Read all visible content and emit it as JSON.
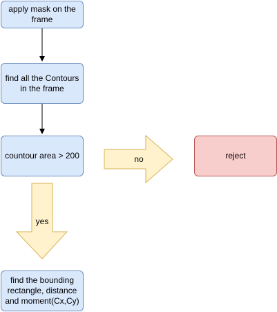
{
  "nodes": {
    "step1": "apply mask on the\nframe",
    "step2": "find all the  Contours\nin the frame",
    "decision": "countour area > 200",
    "reject": "reject",
    "step4": "find the bounding\nrectangle, distance\nand moment(Cx,Cy)"
  },
  "edges": {
    "no_label": "no",
    "yes_label": "yes"
  },
  "colors": {
    "box_fill": "#dae8fc",
    "box_stroke": "#6c8ebf",
    "reject_fill": "#f8cecc",
    "reject_stroke": "#b85450",
    "arrow_fill": "#fff2cc",
    "arrow_stroke": "#d6b656"
  }
}
